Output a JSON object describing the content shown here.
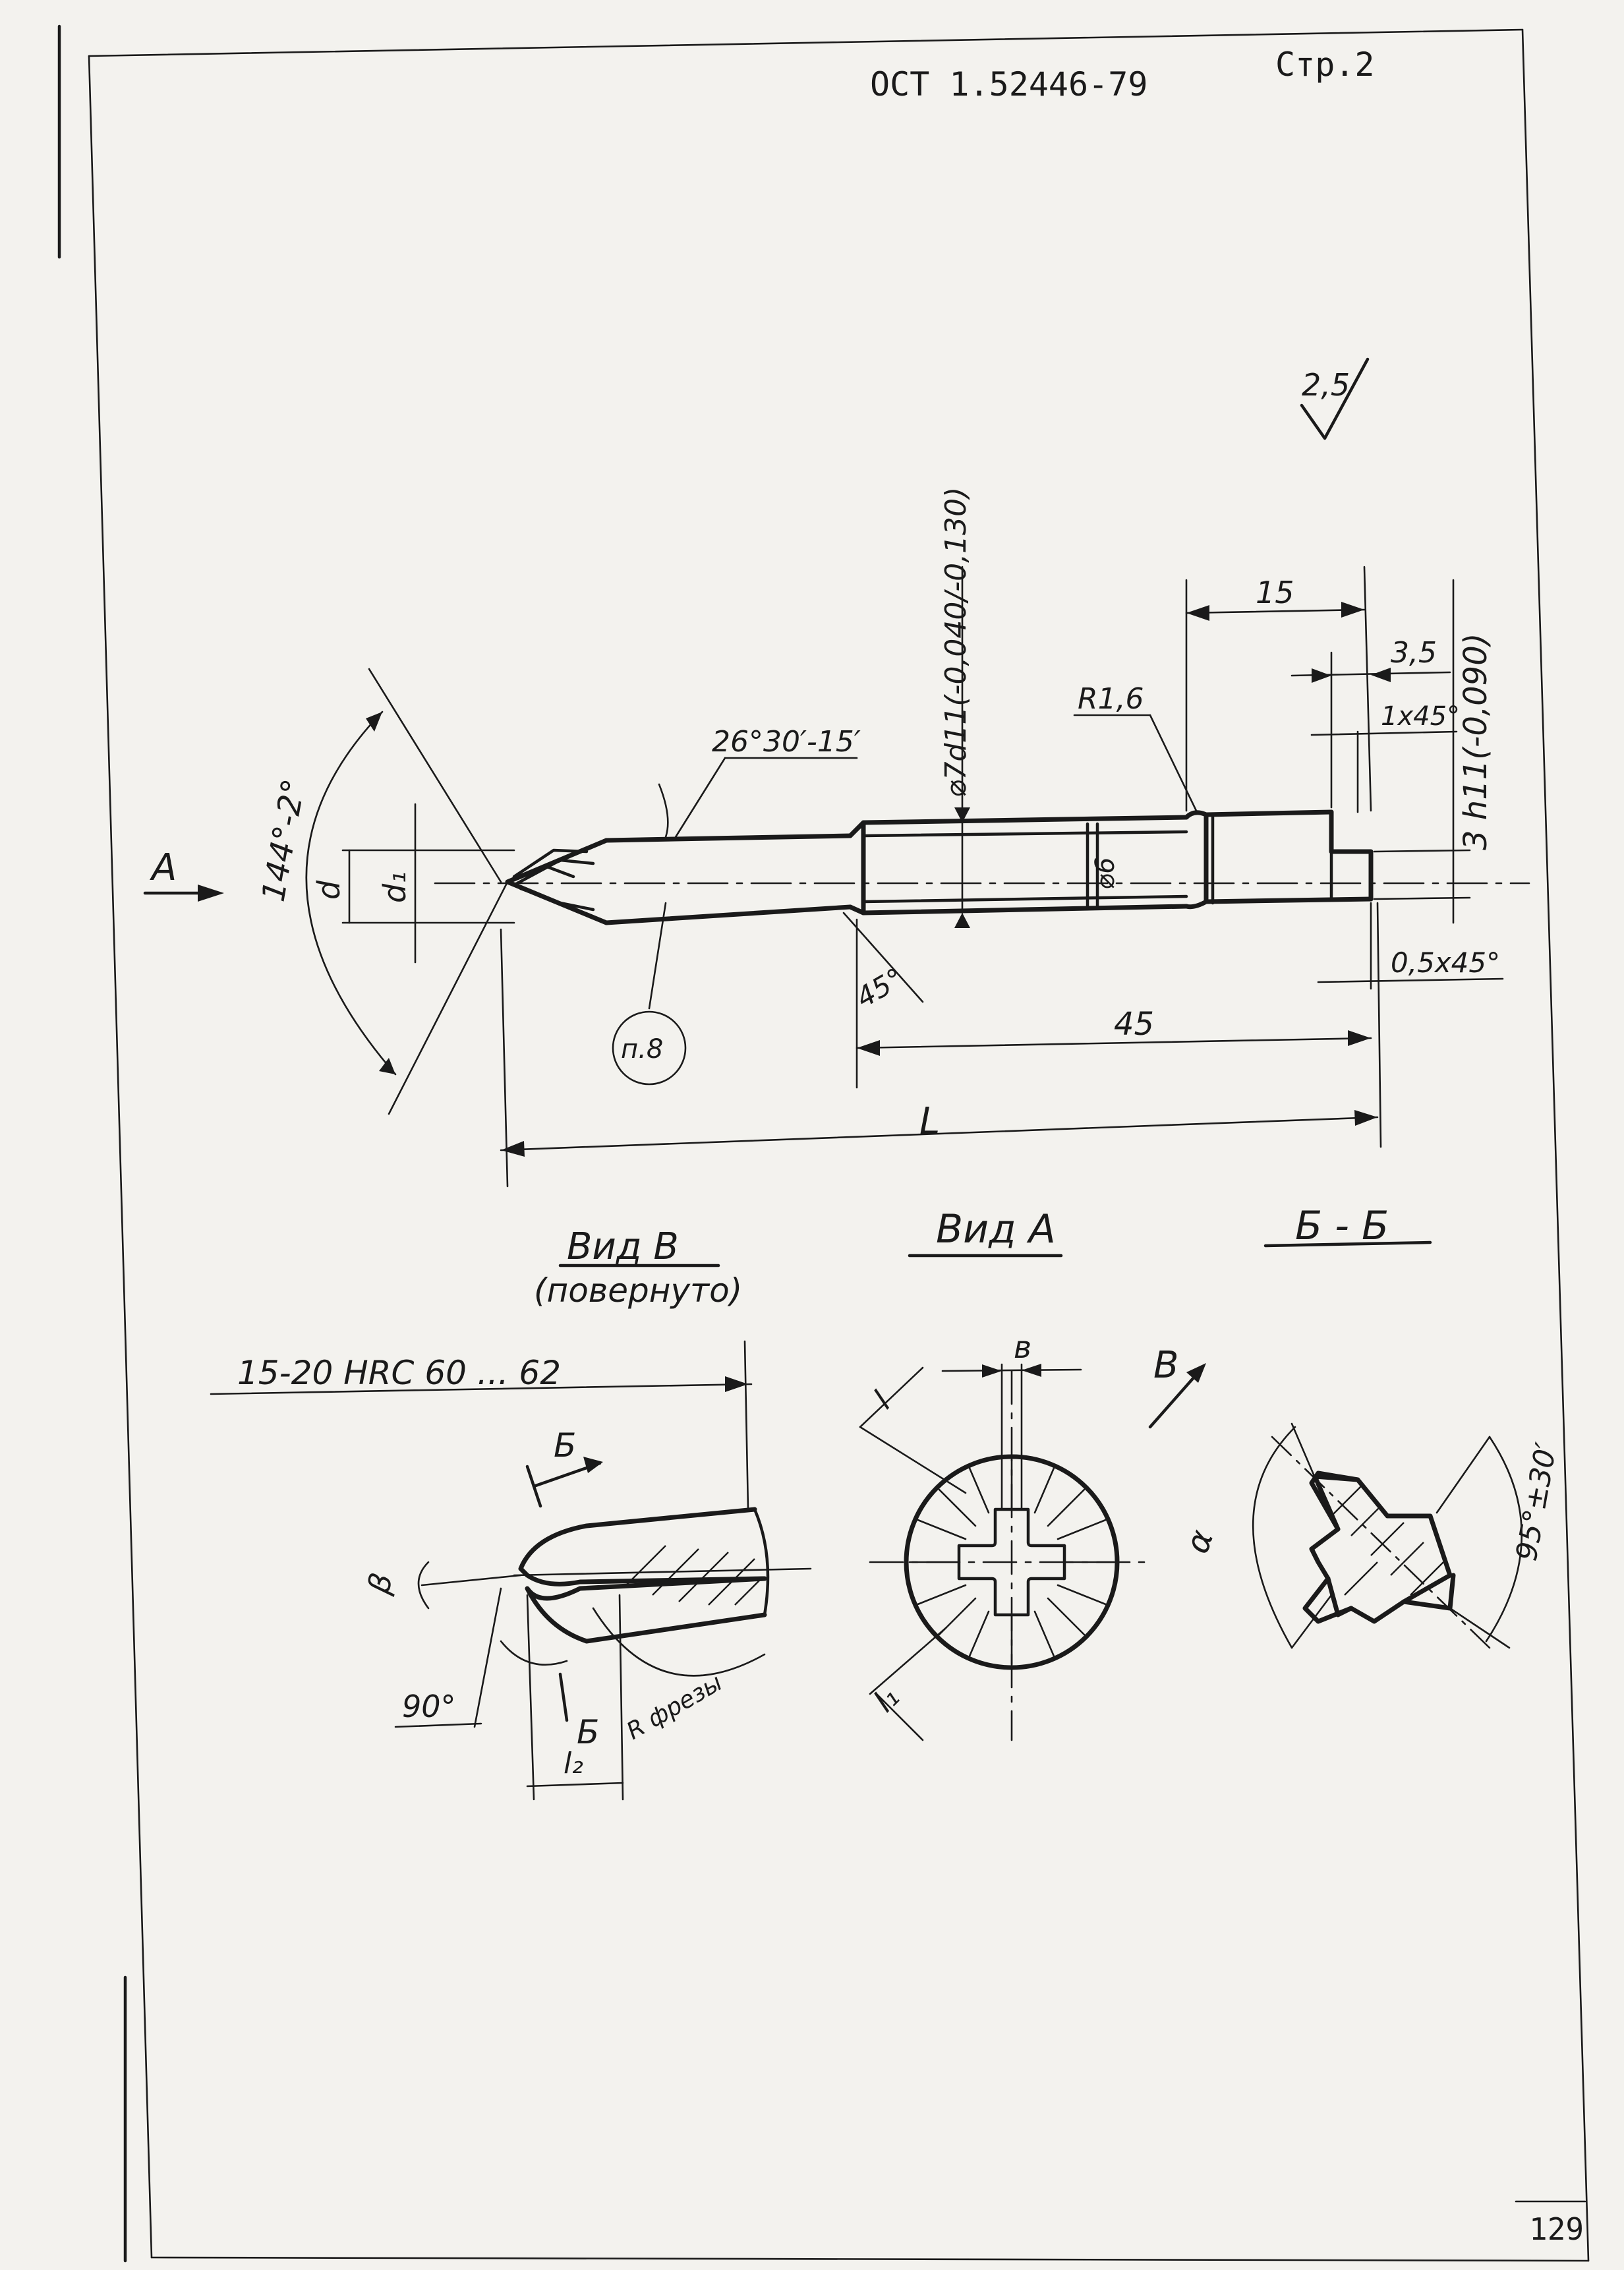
{
  "header": {
    "standard": "ОСТ 1.52446-79",
    "page": "Стр.2"
  },
  "page_number": "129",
  "roughness": "2,5",
  "main_view": {
    "view_arrow": "А",
    "tip_angle": "144°-2°",
    "d": "d",
    "d1": "d₁",
    "cone_angle": "26°30′-15′",
    "shank_diameter": "⌀7d11(-0,040/-0,130)",
    "groove_diameter": "⌀6",
    "radius": "R1,6",
    "chamfer_left": "45°",
    "note_ref": "п.8",
    "length_45": "45",
    "length_L": "L",
    "length_15": "15",
    "length_3_5": "3,5",
    "chamfer_1x45": "1x45°",
    "flat_3h11": "3 h11(-0,090)",
    "chamfer_05x45": "0,5x45°"
  },
  "view_b": {
    "title": "Вид В",
    "subtitle": "(повернуто)",
    "hardness": "15-20 HRC 60 ... 62",
    "section_mark_top": "Б",
    "section_mark_bottom": "Б",
    "angle_beta": "β",
    "angle_90": "90°",
    "cutter_radius": "R фрезы",
    "l2": "l₂"
  },
  "view_a": {
    "title": "Вид А",
    "b": "в",
    "l": "l",
    "l1": "l₁",
    "view_arrow": "В"
  },
  "section_bb": {
    "title": "Б - Б",
    "alpha": "α",
    "angle": "95°±30′"
  }
}
